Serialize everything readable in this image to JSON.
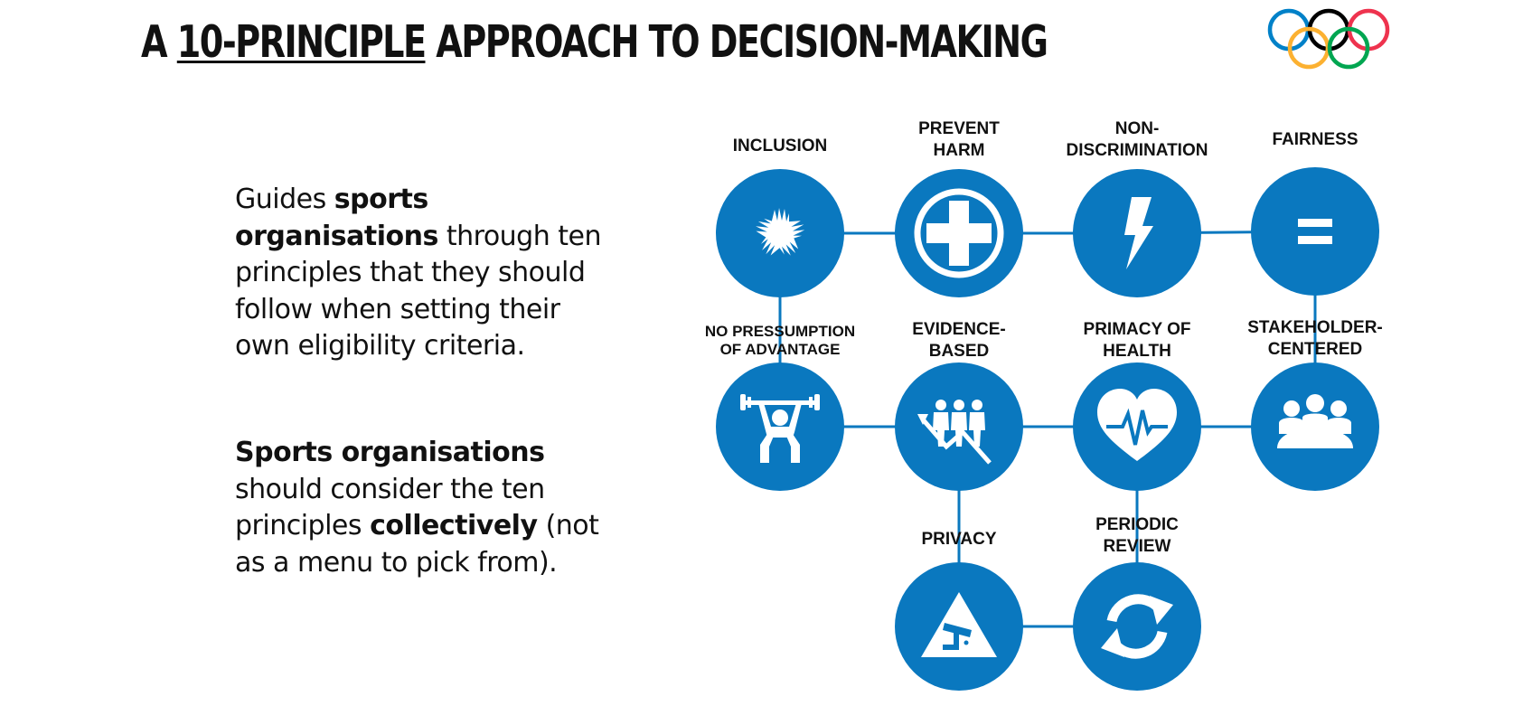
{
  "title": {
    "prefix": "A ",
    "underlined": "10-PRINCIPLE",
    "suffix": " APPROACH TO DECISION-MAKING"
  },
  "paragraphs": [
    {
      "segments": [
        {
          "text": "Guides ",
          "bold": false
        },
        {
          "text": "sports organisations",
          "bold": true
        },
        {
          "text": " through ten principles that they should follow when setting their own eligibility criteria.",
          "bold": false
        }
      ]
    },
    {
      "segments": [
        {
          "text": "Sports organisations",
          "bold": true
        },
        {
          "text": " should consider the ten principles ",
          "bold": false
        },
        {
          "text": "collectively",
          "bold": true
        },
        {
          "text": " (not as a menu to pick from).",
          "bold": false
        }
      ]
    }
  ],
  "logo": {
    "name": "olympic-rings",
    "colors": [
      "#0081C8",
      "#000000",
      "#EE334E",
      "#FCB131",
      "#00A651"
    ]
  },
  "colors": {
    "node": "#0A78BF",
    "connector": "#0A78BF",
    "icon": "#ffffff"
  },
  "principles": [
    {
      "id": "inclusion",
      "label_lines": [
        "INCLUSION"
      ],
      "icon": "hands-circle-icon"
    },
    {
      "id": "prevent-harm",
      "label_lines": [
        "PREVENT",
        "HARM"
      ],
      "icon": "medical-cross-icon"
    },
    {
      "id": "non-discrimination",
      "label_lines": [
        "NON-",
        "DISCRIMINATION"
      ],
      "icon": "lightning-bolt-icon"
    },
    {
      "id": "fairness",
      "label_lines": [
        "FAIRNESS"
      ],
      "icon": "equals-sign-icon"
    },
    {
      "id": "no-presumption-of-advantage",
      "label_lines": [
        "NO PRESSUMPTION",
        "OF ADVANTAGE"
      ],
      "icon": "weightlifter-icon"
    },
    {
      "id": "evidence-based",
      "label_lines": [
        "EVIDENCE-",
        "BASED"
      ],
      "icon": "people-trend-icon"
    },
    {
      "id": "primacy-of-health",
      "label_lines": [
        "PRIMACY OF",
        "HEALTH"
      ],
      "icon": "heart-pulse-icon"
    },
    {
      "id": "stakeholder-centered",
      "label_lines": [
        "STAKEHOLDER-",
        "CENTERED"
      ],
      "icon": "group-meeting-icon"
    },
    {
      "id": "privacy",
      "label_lines": [
        "PRIVACY"
      ],
      "icon": "camera-warning-icon"
    },
    {
      "id": "periodic-review",
      "label_lines": [
        "PERIODIC",
        "REVIEW"
      ],
      "icon": "refresh-cycle-icon"
    }
  ]
}
